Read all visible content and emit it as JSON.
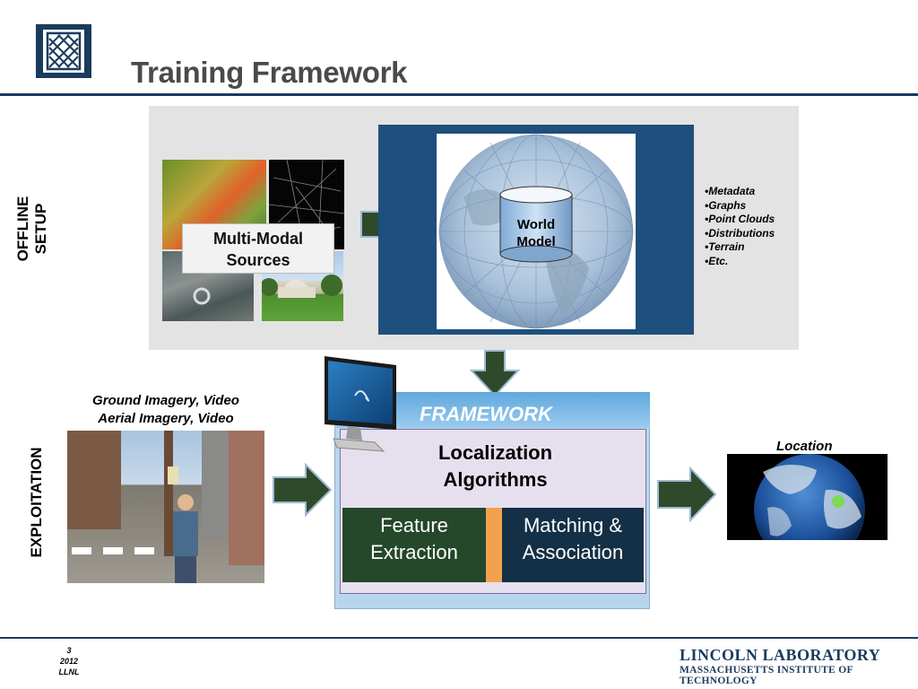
{
  "title": "Training Framework",
  "side_labels": {
    "offline_line1": "OFFLINE",
    "offline_line2": "SETUP",
    "exploitation": "EXPLOITATION"
  },
  "offline": {
    "sources_line1": "Multi-Modal",
    "sources_line2": "Sources",
    "world_model_line1": "World",
    "world_model_line2": "Model",
    "bullets": [
      "•Metadata",
      "•Graphs",
      "•Point Clouds",
      "•Distributions",
      "•Terrain",
      "•Etc."
    ]
  },
  "exploitation": {
    "ground_caption_line1": "Ground Imagery, Video",
    "ground_caption_line2": "Aerial Imagery, Video",
    "location_caption": "Location"
  },
  "framework": {
    "header": "FRAMEWORK",
    "title_line1": "Localization",
    "title_line2": "Algorithms",
    "feature_line1": "Feature",
    "feature_line2": "Extraction",
    "matching_line1": "Matching &",
    "matching_line2": "Association"
  },
  "footer": {
    "page": "3",
    "year": "2012",
    "org": "LLNL",
    "lab_name": "LINCOLN LABORATORY",
    "institute": "MASSACHUSETTS INSTITUTE OF TECHNOLOGY"
  },
  "colors": {
    "navy": "#1a3b5e",
    "arrow_green": "#2e4a2a",
    "world_blue": "#1e4f7d",
    "orange": "#f2a24f"
  }
}
